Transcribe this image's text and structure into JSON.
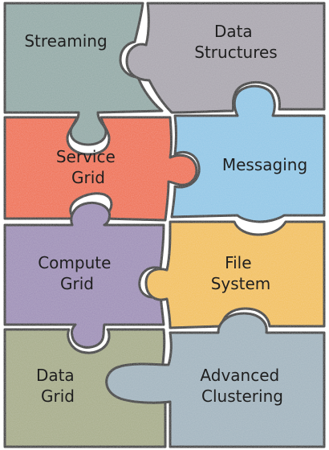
{
  "pieces": [
    {
      "id": "streaming",
      "lines": [
        "Streaming"
      ],
      "color": "#8fa7a4"
    },
    {
      "id": "data-structures",
      "lines": [
        "Data",
        "Structures"
      ],
      "color": "#a7a3ac"
    },
    {
      "id": "service-grid",
      "lines": [
        "Service",
        "Grid"
      ],
      "color": "#ef6a46"
    },
    {
      "id": "messaging",
      "lines": [
        "Messaging"
      ],
      "color": "#8ec6e6"
    },
    {
      "id": "compute-grid",
      "lines": [
        "Compute",
        "Grid"
      ],
      "color": "#9b8bb5"
    },
    {
      "id": "file-system",
      "lines": [
        "File",
        "System"
      ],
      "color": "#f2bf52"
    },
    {
      "id": "data-grid",
      "lines": [
        "Data",
        "Grid"
      ],
      "color": "#a4aa85"
    },
    {
      "id": "advanced-clustering",
      "lines": [
        "Advanced",
        "Clustering"
      ],
      "color": "#9fb2bd"
    }
  ]
}
